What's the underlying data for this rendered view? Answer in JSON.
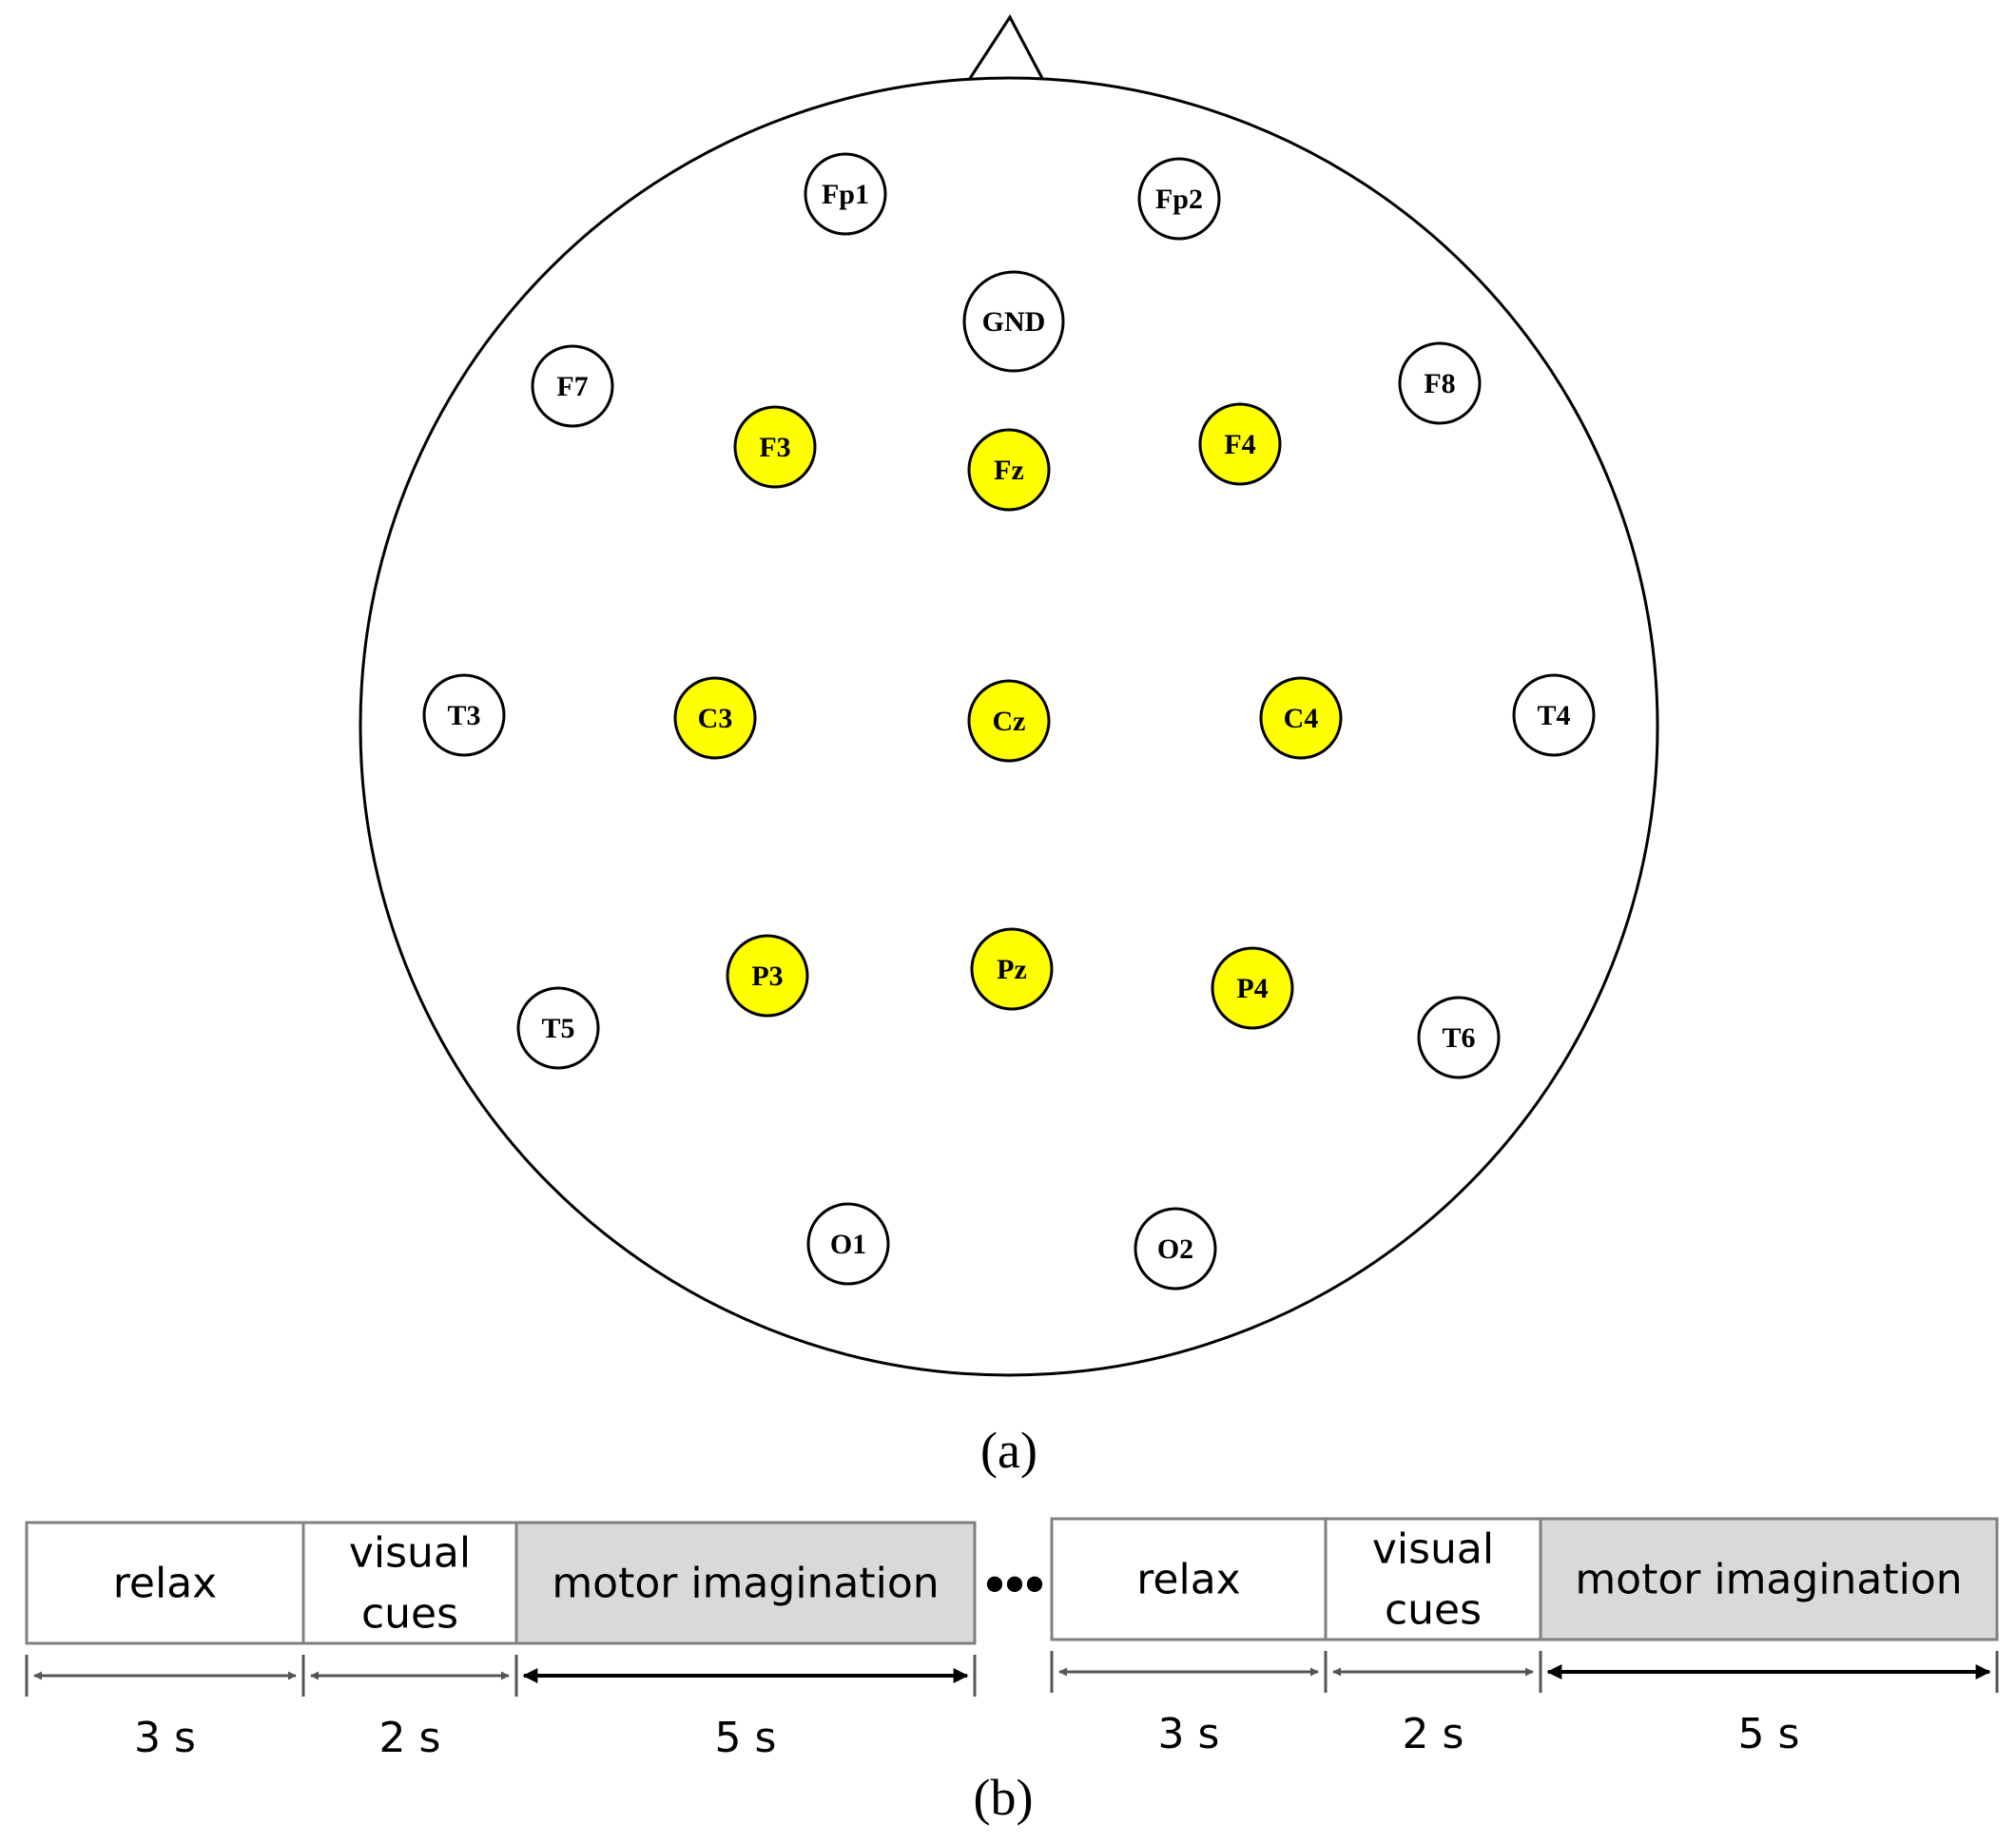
{
  "colors": {
    "active": "#ffff00",
    "inactive": "#ffffff",
    "motor_fill": "#d9d9d9",
    "outline": "#000000",
    "timeline_border": "#808080",
    "arrow_gray": "#555555",
    "arrow_black": "#000000"
  },
  "head": {
    "electrodes": [
      {
        "id": "Fp1",
        "label": "Fp1",
        "active": false
      },
      {
        "id": "Fp2",
        "label": "Fp2",
        "active": false
      },
      {
        "id": "GND",
        "label": "GND",
        "active": false
      },
      {
        "id": "F7",
        "label": "F7",
        "active": false
      },
      {
        "id": "F8",
        "label": "F8",
        "active": false
      },
      {
        "id": "F3",
        "label": "F3",
        "active": true
      },
      {
        "id": "Fz",
        "label": "Fz",
        "active": true
      },
      {
        "id": "F4",
        "label": "F4",
        "active": true
      },
      {
        "id": "T3",
        "label": "T3",
        "active": false
      },
      {
        "id": "C3",
        "label": "C3",
        "active": true
      },
      {
        "id": "Cz",
        "label": "Cz",
        "active": true
      },
      {
        "id": "C4",
        "label": "C4",
        "active": true
      },
      {
        "id": "T4",
        "label": "T4",
        "active": false
      },
      {
        "id": "P3",
        "label": "P3",
        "active": true
      },
      {
        "id": "Pz",
        "label": "Pz",
        "active": true
      },
      {
        "id": "P4",
        "label": "P4",
        "active": true
      },
      {
        "id": "T5",
        "label": "T5",
        "active": false
      },
      {
        "id": "T6",
        "label": "T6",
        "active": false
      },
      {
        "id": "O1",
        "label": "O1",
        "active": false
      },
      {
        "id": "O2",
        "label": "O2",
        "active": false
      }
    ],
    "caption": "(a)"
  },
  "timeline": {
    "separator": "•••",
    "caption": "(b)",
    "trials": [
      {
        "segments": [
          {
            "lines": [
              "relax"
            ],
            "duration": "3 s",
            "type": "relax"
          },
          {
            "lines": [
              "visual",
              "cues"
            ],
            "duration": "2 s",
            "type": "cue"
          },
          {
            "lines": [
              "motor imagination"
            ],
            "duration": "5 s",
            "type": "motor"
          }
        ]
      },
      {
        "segments": [
          {
            "lines": [
              "relax"
            ],
            "duration": "3 s",
            "type": "relax"
          },
          {
            "lines": [
              "visual",
              "cues"
            ],
            "duration": "2 s",
            "type": "cue"
          },
          {
            "lines": [
              "motor imagination"
            ],
            "duration": "5 s",
            "type": "motor"
          }
        ]
      }
    ]
  }
}
